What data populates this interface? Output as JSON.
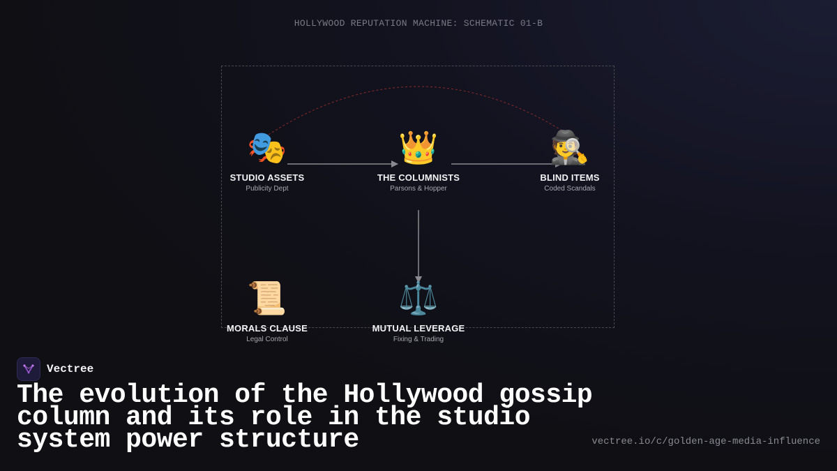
{
  "diagram": {
    "title": "HOLLYWOOD REPUTATION MACHINE: SCHEMATIC 01-B",
    "nodes": [
      {
        "id": "studio",
        "icon": "performing-arts-icon",
        "emoji": "🎭",
        "label": "STUDIO ASSETS",
        "sublabel": "Publicity Dept"
      },
      {
        "id": "columnists",
        "icon": "crown-icon",
        "emoji": "👑",
        "label": "THE COLUMNISTS",
        "sublabel": "Parsons & Hopper"
      },
      {
        "id": "blind",
        "icon": "detective-icon",
        "emoji": "🕵️",
        "label": "BLIND ITEMS",
        "sublabel": "Coded Scandals"
      },
      {
        "id": "morals",
        "icon": "scroll-icon",
        "emoji": "📜",
        "label": "MORALS CLAUSE",
        "sublabel": "Legal Control"
      },
      {
        "id": "leverage",
        "icon": "balance-scale-icon",
        "emoji": "⚖️",
        "label": "MUTUAL LEVERAGE",
        "sublabel": "Fixing & Trading"
      }
    ],
    "edges": [
      {
        "from": "studio",
        "to": "columnists",
        "style": "solid-arrow"
      },
      {
        "from": "columnists",
        "to": "blind",
        "style": "solid-arrow"
      },
      {
        "from": "columnists",
        "to": "leverage",
        "style": "solid-arrow"
      },
      {
        "from": "studio",
        "to": "blind",
        "style": "dashed-arc"
      }
    ],
    "colors": {
      "arrow": "#8a8a90",
      "arc": "#8b2a2a",
      "frame": "#4a4a52"
    }
  },
  "brand": {
    "name": "Vectree",
    "logo_icon": "vectree-logo-icon",
    "accent": "#9b59d6"
  },
  "headline": "The evolution of the Hollywood gossip column and its role in the studio system power structure",
  "source_url": "vectree.io/c/golden-age-media-influence"
}
